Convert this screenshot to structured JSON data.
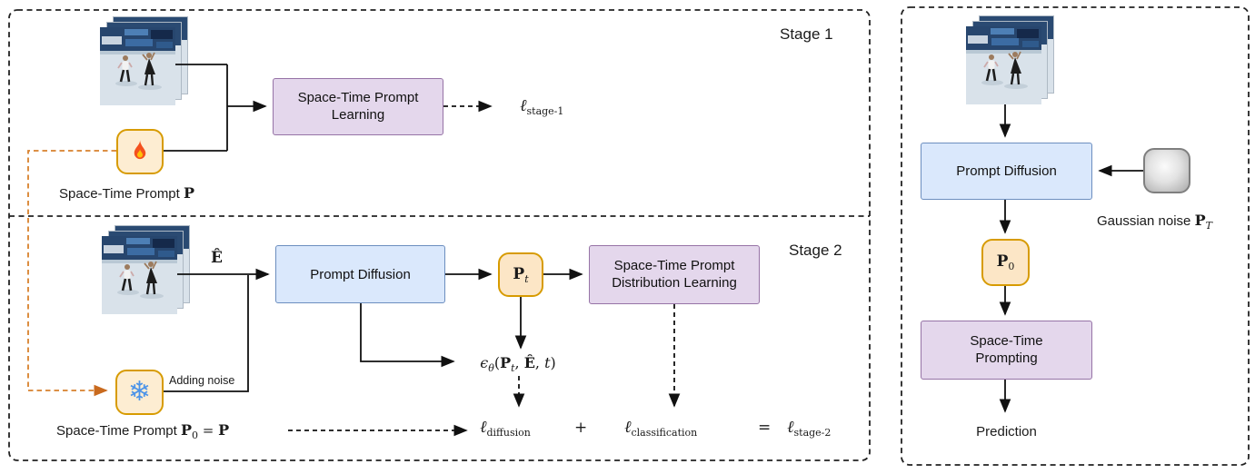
{
  "stage1": {
    "title": "Stage 1",
    "prompt_label": "Space-Time Prompt",
    "prompt_symbol": "P",
    "learning_box_line1": "Space-Time Prompt",
    "learning_box_line2": "Learning",
    "loss_base": "ℓ",
    "loss_sub": "stage-1"
  },
  "stage2": {
    "title": "Stage 2",
    "embed_symbol": "Ê",
    "adding_noise": "Adding noise",
    "diffusion_box": "Prompt Diffusion",
    "pt_base": "P",
    "pt_sub": "t",
    "dist_box_line1": "Space-Time Prompt",
    "dist_box_line2": "Distribution Learning",
    "eps": {
      "eps": "ϵ",
      "theta": "θ",
      "open": "(",
      "p": "P",
      "p_sub": "t",
      "comma1": ", ",
      "ehat": "Ê",
      "comma2": ", ",
      "t": "t",
      "close": ")"
    },
    "bottom": {
      "label": "Space-Time Prompt ",
      "p": "P",
      "sub0": "0",
      "eq": " = ",
      "p2": "P"
    },
    "loss_diffusion_base": "ℓ",
    "loss_diffusion_sub": "diffusion",
    "plus": "+",
    "loss_classification_base": "ℓ",
    "loss_classification_sub": "classification",
    "equals": "=",
    "loss_stage2_base": "ℓ",
    "loss_stage2_sub": "stage-2"
  },
  "inference": {
    "diffusion_box": "Prompt Diffusion",
    "gaussian_label": "Gaussian noise ",
    "gaussian_base": "P",
    "gaussian_sub": "T",
    "p0_base": "P",
    "p0_sub": "0",
    "prompting_box_line1": "Space-Time",
    "prompting_box_line2": "Prompting",
    "prediction": "Prediction"
  },
  "icons": {
    "flame": "flame-icon",
    "snowflake_glyph": "❄"
  },
  "colors": {
    "purple_fill": "#E4D7EC",
    "purple_border": "#9673A6",
    "blue_fill": "#DAE8FC",
    "blue_border": "#6C8EBF",
    "orange_fill": "#FDEDD2",
    "orange_border": "#D79B00",
    "orange_dash": "#D8812C",
    "wire": "#111111"
  }
}
